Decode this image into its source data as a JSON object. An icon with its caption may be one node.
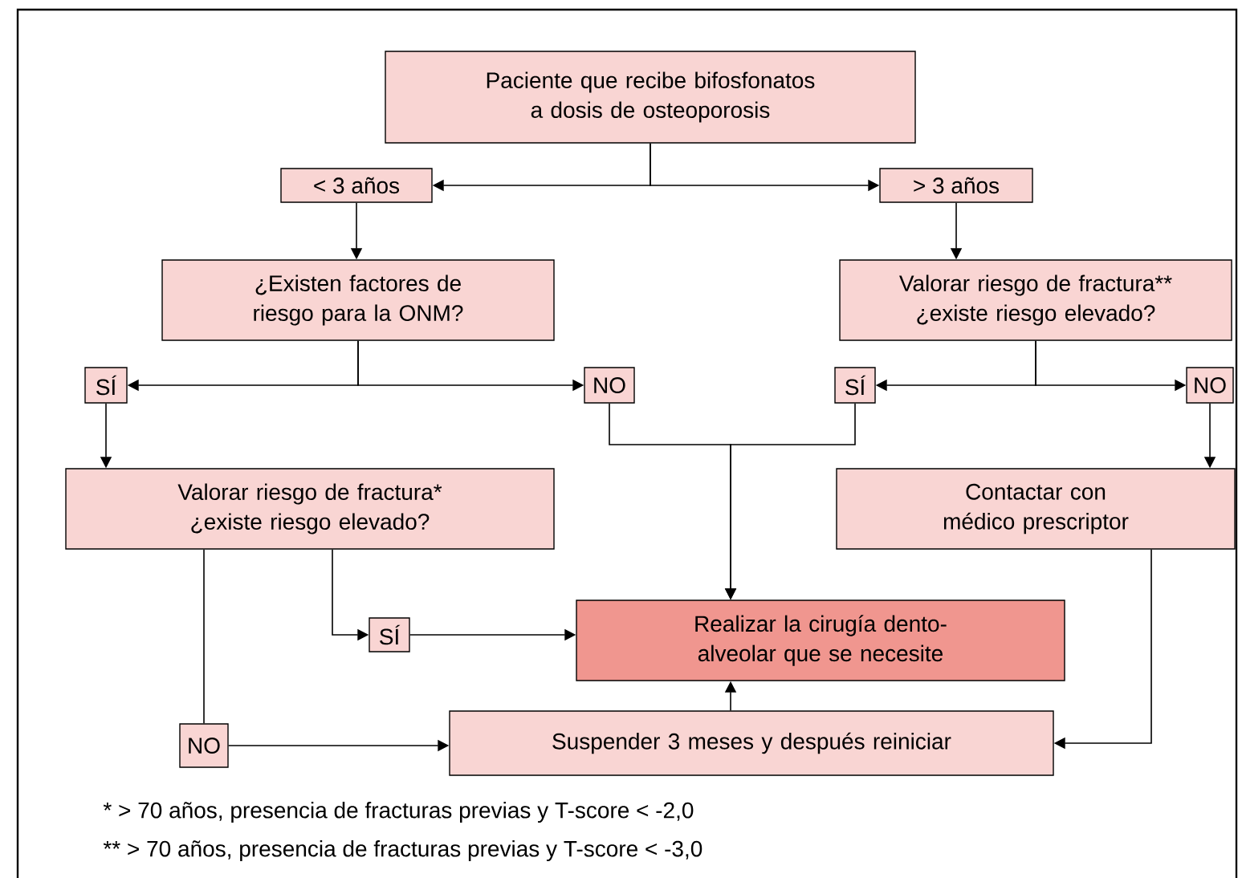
{
  "diagram": {
    "nodes": [
      {
        "text": [
          "Paciente que recibe bifosfonatos a dosis de osteoporosis"
        ]
      },
      {
        "text": [
          "< 3 años"
        ]
      },
      {
        "text": [
          "> 3 años"
        ]
      },
      {
        "text": [
          "¿Existen factores de riesgo para la ONM?"
        ]
      },
      {
        "text": [
          "Valorar riesgo de fractura** ¿existe riesgo elevado?"
        ]
      },
      {
        "text": [
          "SÍ"
        ]
      },
      {
        "text": [
          "NO"
        ]
      },
      {
        "text": [
          "SÍ"
        ]
      },
      {
        "text": [
          "NO"
        ]
      },
      {
        "text": [
          "Valorar riesgo de fractura* ¿existe riesgo elevado?"
        ]
      },
      {
        "text": [
          "Contactar con médico prescriptor"
        ]
      },
      {
        "text": [
          "Realizar la cirugía dento-alveolar que se necesite"
        ]
      },
      {
        "text": [
          "SÍ"
        ]
      },
      {
        "text": [
          "NO"
        ]
      },
      {
        "text": [
          "Suspender 3 meses y después reiniciar"
        ]
      }
    ],
    "edges": [
      {
        "from": 0,
        "to": 1,
        "arrow": "to"
      },
      {
        "from": 0,
        "to": 2,
        "arrow": "to"
      },
      {
        "from": 1,
        "to": 3,
        "arrow": "to"
      },
      {
        "from": 2,
        "to": 4,
        "arrow": "to"
      },
      {
        "from": 3,
        "to": 5,
        "arrow": "to"
      },
      {
        "from": 3,
        "to": 6,
        "arrow": "to"
      },
      {
        "from": 4,
        "to": 7,
        "arrow": "to"
      },
      {
        "from": 4,
        "to": 8,
        "arrow": "to"
      },
      {
        "from": 5,
        "to": 9,
        "arrow": "to"
      },
      {
        "from": 8,
        "to": 10,
        "arrow": "to"
      },
      {
        "from": 6,
        "to": 11,
        "arrow": "to"
      },
      {
        "from": 7,
        "to": 11,
        "arrow": "to"
      },
      {
        "from": 9,
        "to": 12,
        "arrow": "to"
      },
      {
        "from": 12,
        "to": 11,
        "arrow": "to"
      },
      {
        "from": 9,
        "to": 13,
        "arrow": "none"
      },
      {
        "from": 13,
        "to": 14,
        "arrow": "to"
      },
      {
        "from": 10,
        "to": 14,
        "arrow": "to"
      },
      {
        "from": 14,
        "to": 11,
        "arrow": "to"
      }
    ],
    "labels": [
      "* > 70 años, presencia de fracturas previas y T-score < -2,0",
      "** > 70 años, presencia de fracturas previas y T-score < -3,0"
    ]
  }
}
